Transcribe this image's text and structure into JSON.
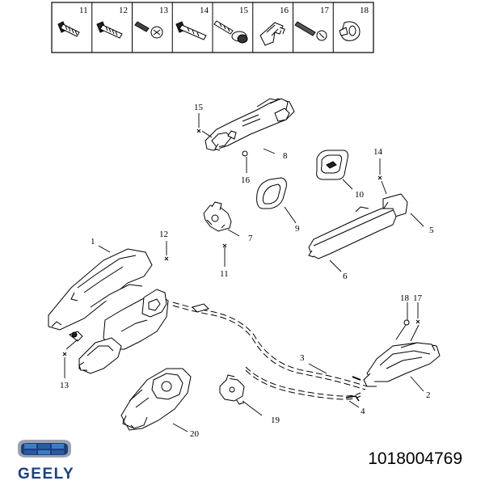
{
  "fastener_strip": {
    "cells": [
      "11",
      "12",
      "13",
      "14",
      "15",
      "16",
      "17",
      "18"
    ]
  },
  "callouts": {
    "c1": "1",
    "c2": "2",
    "c3": "3",
    "c4": "4",
    "c5": "5",
    "c6": "6",
    "c7": "7",
    "c8": "8",
    "c9": "9",
    "c10": "10",
    "c11": "11",
    "c12": "12",
    "c13": "13",
    "c14": "14",
    "c15": "15",
    "c16": "16",
    "c17": "17",
    "c18": "18",
    "c19": "19",
    "c20": "20"
  },
  "brand": {
    "name": "GEELY",
    "color": "#1c3f86"
  },
  "part_number": "1018004769"
}
